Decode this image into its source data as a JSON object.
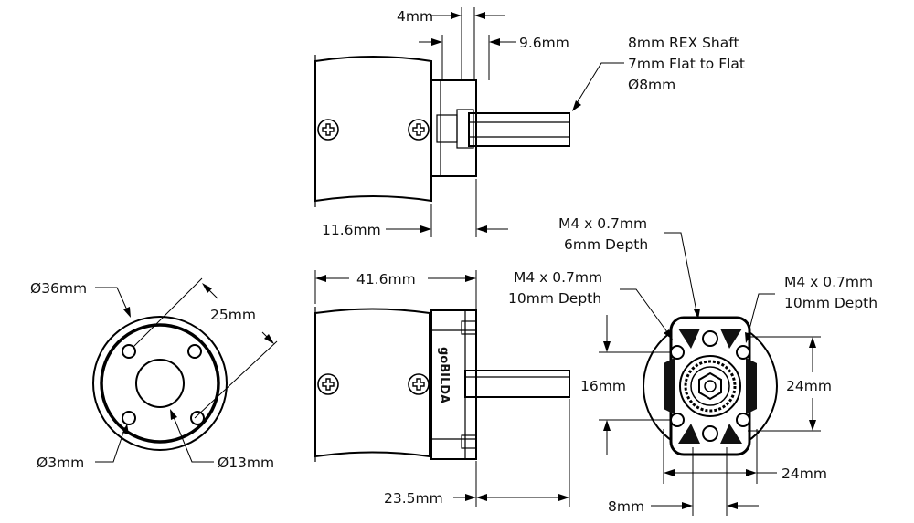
{
  "dimensions": {
    "top_view": {
      "d4": "4mm",
      "d9_6": "9.6mm",
      "d11_6": "11.6mm",
      "shaft_line1": "8mm REX Shaft",
      "shaft_line2": "7mm Flat to Flat",
      "shaft_line3": "Ø8mm"
    },
    "front_view": {
      "d36": "Ø36mm",
      "d25": "25mm",
      "d3": "Ø3mm",
      "d13": "Ø13mm"
    },
    "side_view": {
      "d41_6": "41.6mm",
      "d23_5": "23.5mm",
      "logo_text": "goBILDA"
    },
    "end_view": {
      "tap_a_line1": "M4 x 0.7mm",
      "tap_a_line2": "6mm Depth",
      "tap_b_line1": "M4 x 0.7mm",
      "tap_b_line2": "10mm Depth",
      "tap_c_line1": "M4 x 0.7mm",
      "tap_c_line2": "10mm Depth",
      "d16": "16mm",
      "d24_v": "24mm",
      "d24_h": "24mm",
      "d8": "8mm"
    }
  }
}
